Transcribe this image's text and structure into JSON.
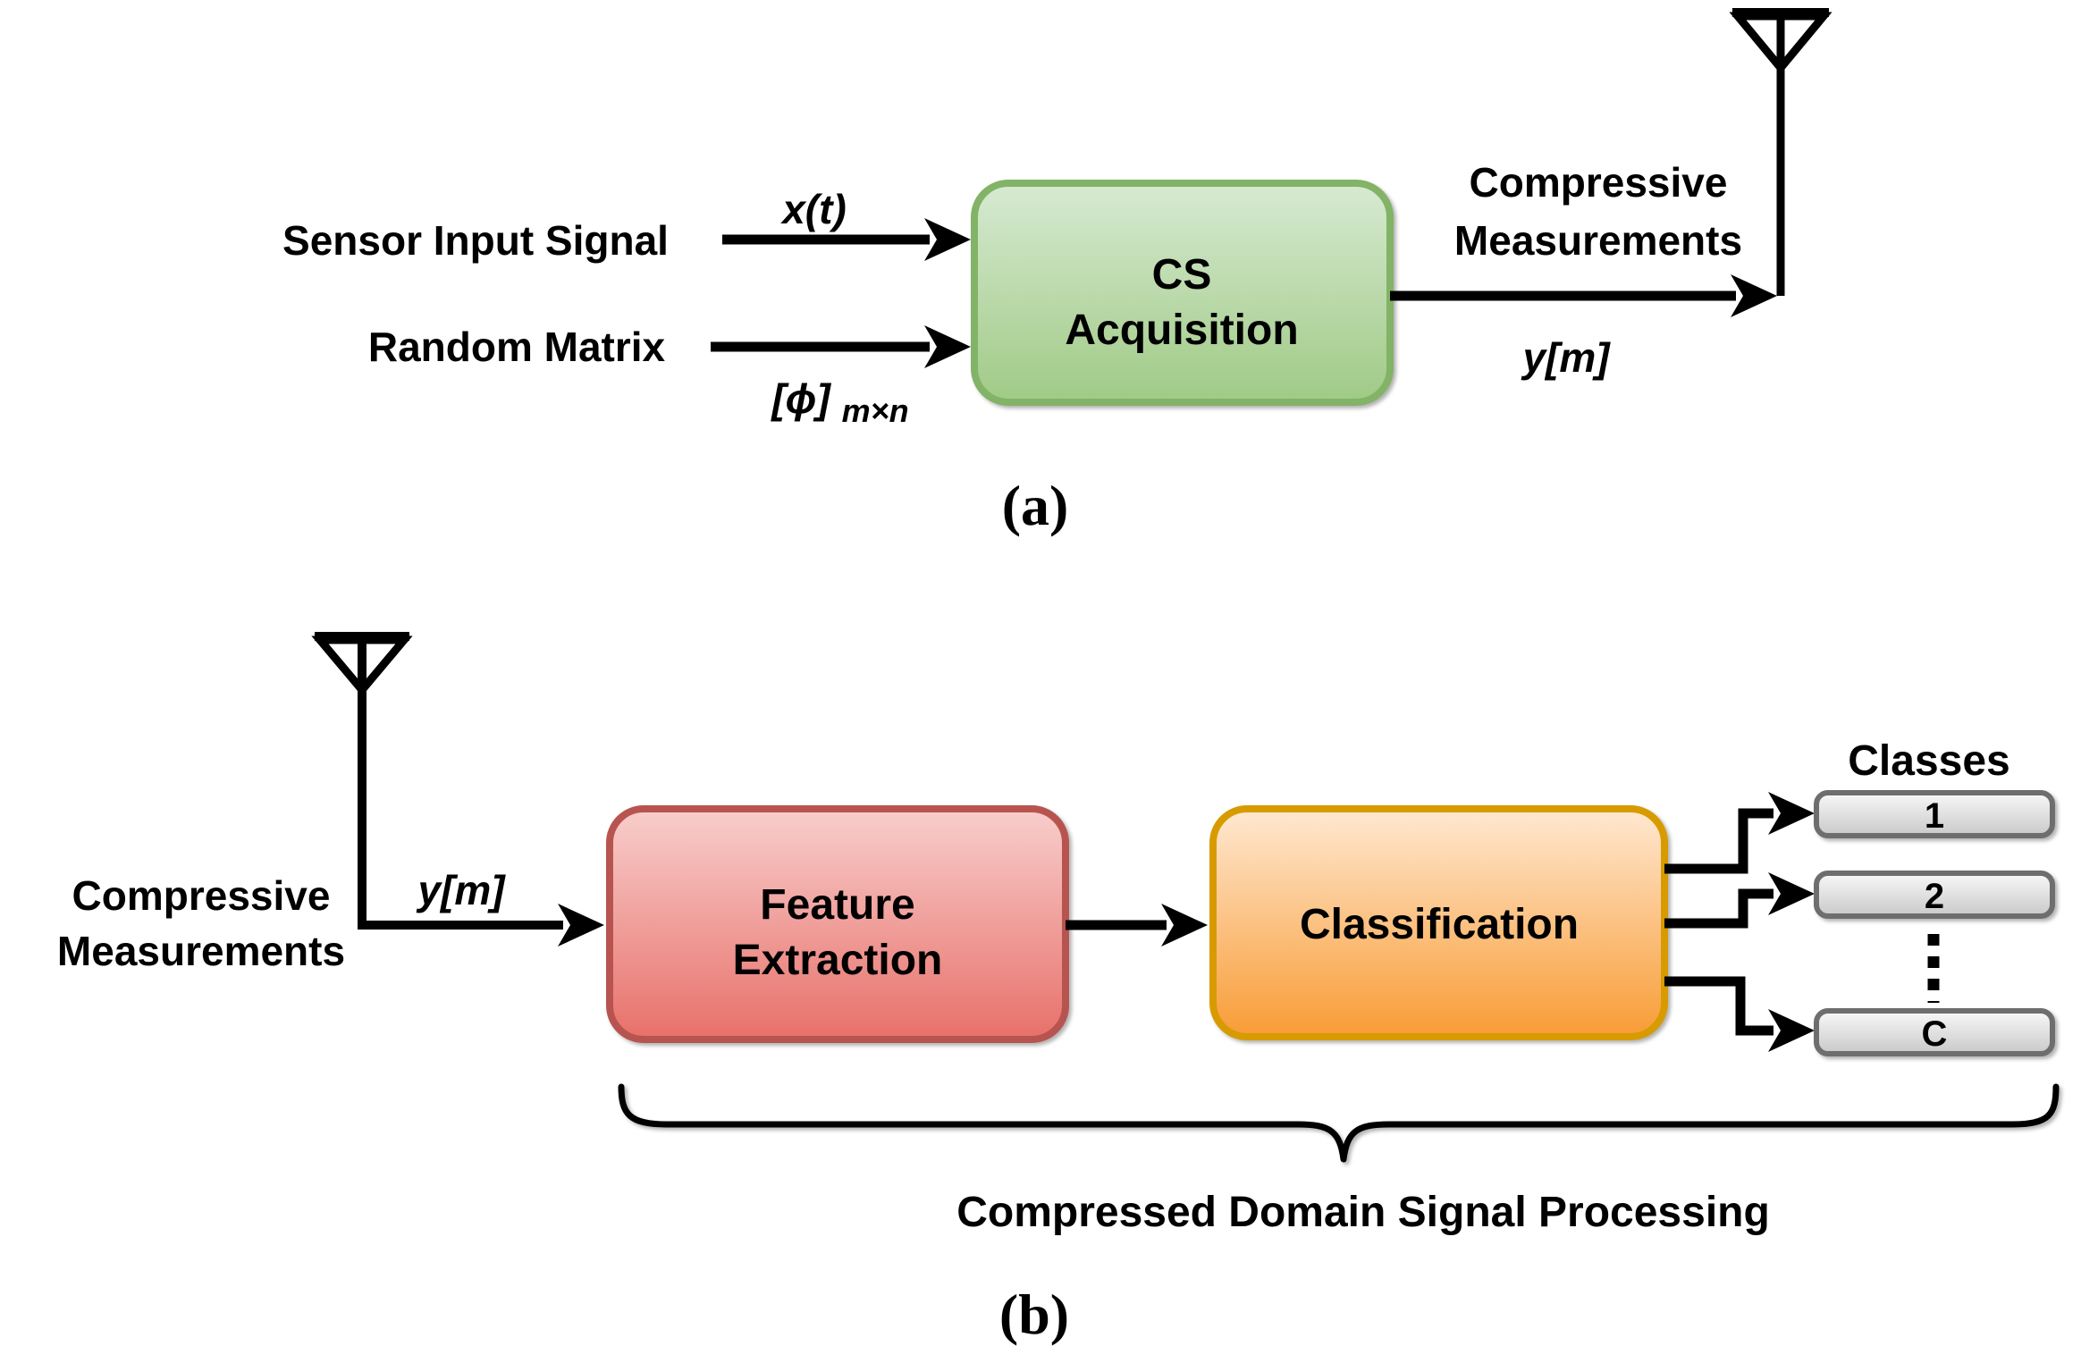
{
  "panel_a": {
    "inputs": {
      "sensor_label": "Sensor Input Signal",
      "sensor_signal": "x(t)",
      "matrix_label": "Random Matrix",
      "matrix_signal_base": "[ϕ]",
      "matrix_signal_subscript": "m×n"
    },
    "cs_box": {
      "line1": "CS",
      "line2": "Acquisition"
    },
    "output": {
      "label_line1": "Compressive",
      "label_line2": "Measurements",
      "signal": "y[m]"
    },
    "caption": "(a)"
  },
  "panel_b": {
    "input": {
      "label_line1": "Compressive",
      "label_line2": "Measurements",
      "signal": "y[m]"
    },
    "feature_box": {
      "line1": "Feature",
      "line2": "Extraction"
    },
    "classification_box": {
      "label": "Classification"
    },
    "classes": {
      "heading": "Classes",
      "item1": "1",
      "item2": "2",
      "item3": "C"
    },
    "brace_label": "Compressed Domain Signal Processing",
    "caption": "(b)"
  },
  "icons": {
    "transmit_antenna": "antenna-icon",
    "receive_antenna": "antenna-icon",
    "class_gap": "vertical-dots"
  },
  "colors": {
    "green_fill_top": "#d7ead2",
    "green_fill_bottom": "#a0ca86",
    "green_border": "#82b366",
    "red_fill_top": "#f8cecc",
    "red_fill_bottom": "#e8706a",
    "red_border": "#b85450",
    "orange_fill_top": "#ffe8d1",
    "orange_fill_bottom": "#f89c35",
    "orange_border": "#d79b00",
    "pill_fill_top": "#f8f8f8",
    "pill_fill_bottom": "#c9c9c9",
    "pill_border": "#6e6e6e",
    "ink": "#000000"
  }
}
